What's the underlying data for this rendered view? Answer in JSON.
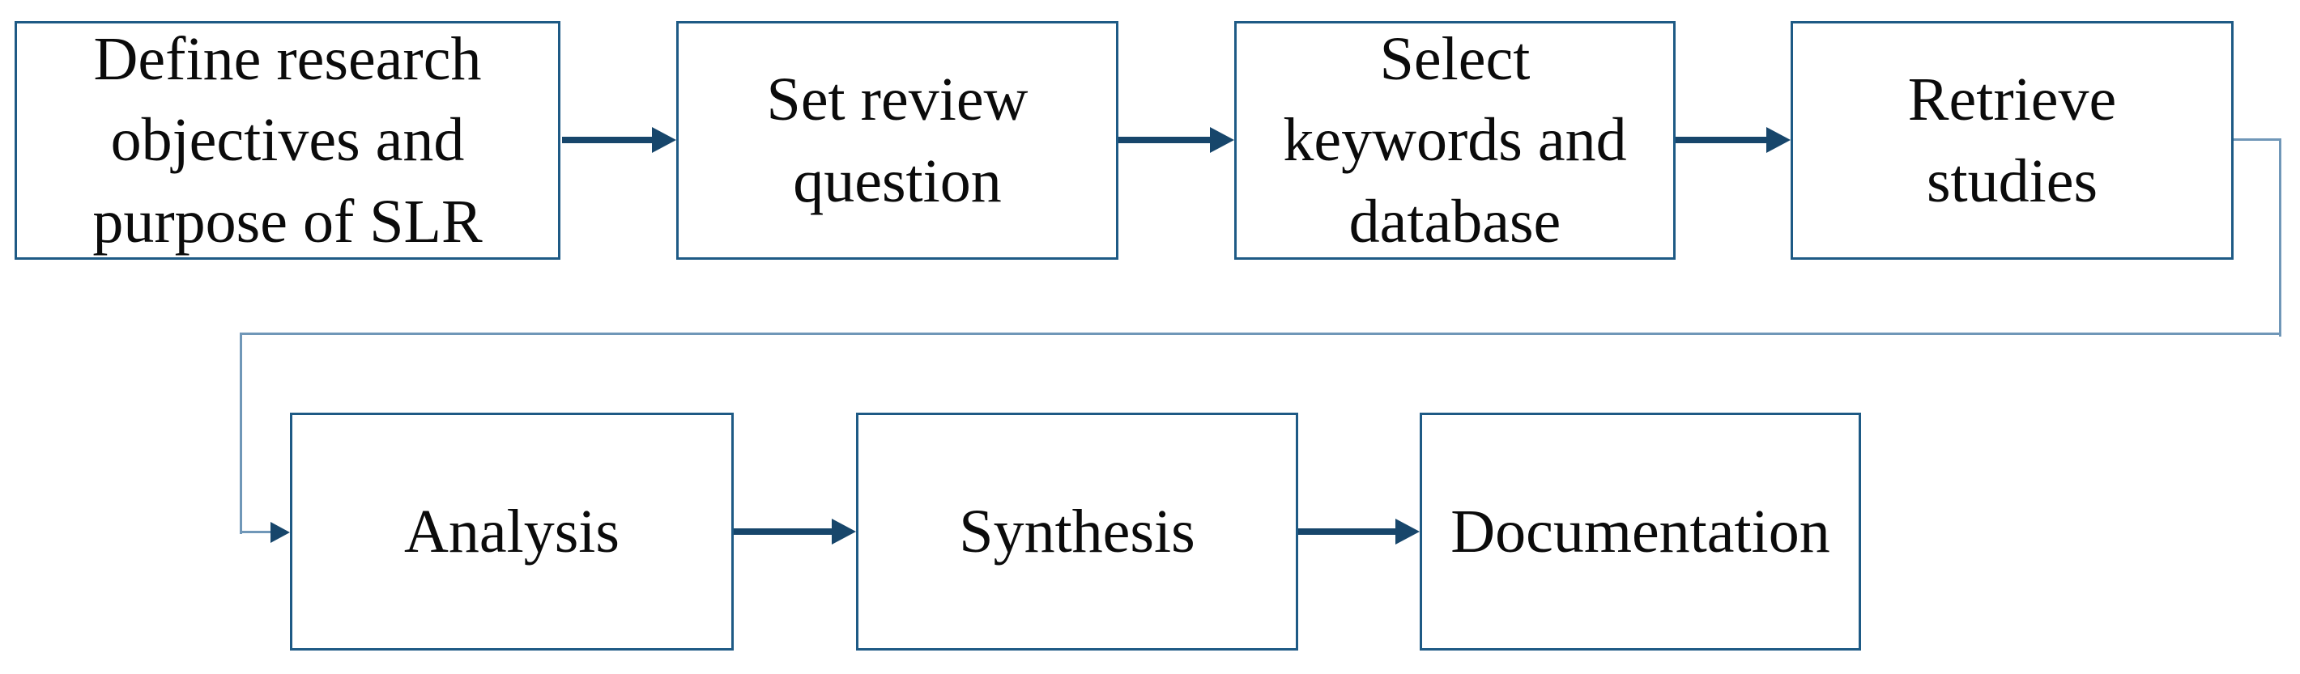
{
  "boxes": [
    {
      "id": "define-objectives",
      "label": "Define research\nobjectives and\npurpose of SLR"
    },
    {
      "id": "set-review-question",
      "label": "Set review\nquestion"
    },
    {
      "id": "select-keywords-database",
      "label": "Select\nkeywords and\ndatabase"
    },
    {
      "id": "retrieve-studies",
      "label": "Retrieve\nstudies"
    },
    {
      "id": "analysis",
      "label": "Analysis"
    },
    {
      "id": "synthesis",
      "label": "Synthesis"
    },
    {
      "id": "documentation",
      "label": "Documentation"
    }
  ],
  "edges": [
    {
      "from": "define-objectives",
      "to": "set-review-question",
      "style": "thick-arrow"
    },
    {
      "from": "set-review-question",
      "to": "select-keywords-database",
      "style": "thick-arrow"
    },
    {
      "from": "select-keywords-database",
      "to": "retrieve-studies",
      "style": "thick-arrow"
    },
    {
      "from": "retrieve-studies",
      "to": "analysis",
      "style": "thin-elbow-arrow"
    },
    {
      "from": "analysis",
      "to": "synthesis",
      "style": "thick-arrow"
    },
    {
      "from": "synthesis",
      "to": "documentation",
      "style": "thick-arrow"
    }
  ],
  "colors": {
    "box_border": "#1e5a85",
    "arrow": "#17466b",
    "connector": "#7097b8",
    "text": "#0b0b0b",
    "background": "#ffffff"
  }
}
